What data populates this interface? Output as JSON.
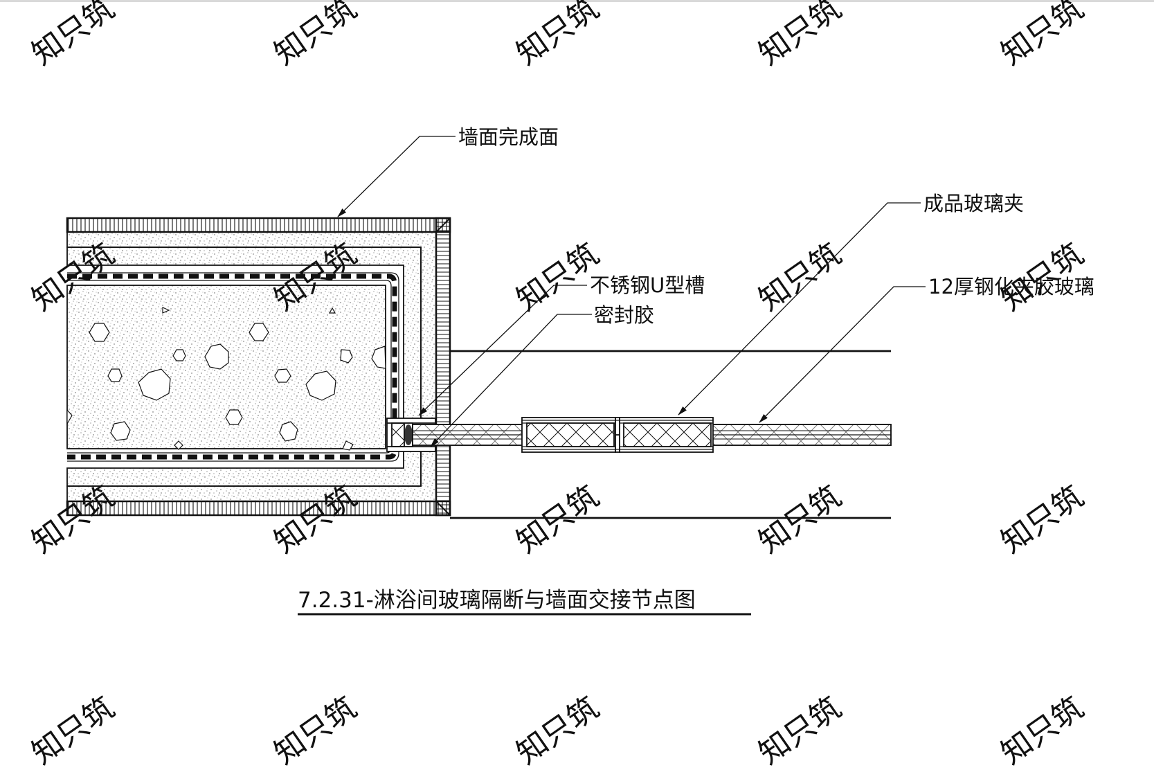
{
  "drawing": {
    "title": "7.2.31-淋浴间玻璃隔断与墙面交接节点图",
    "callouts": {
      "wall_finish": "墙面完成面",
      "clamp": "成品玻璃夹",
      "u_channel": "不锈钢U型槽",
      "glass": "12厚钢化夹胶玻璃",
      "sealant": "密封胶"
    },
    "watermark_text": "知只筑"
  },
  "colors": {
    "line": "#111111",
    "background": "#ffffff",
    "watermark": "#d6d6d6"
  }
}
